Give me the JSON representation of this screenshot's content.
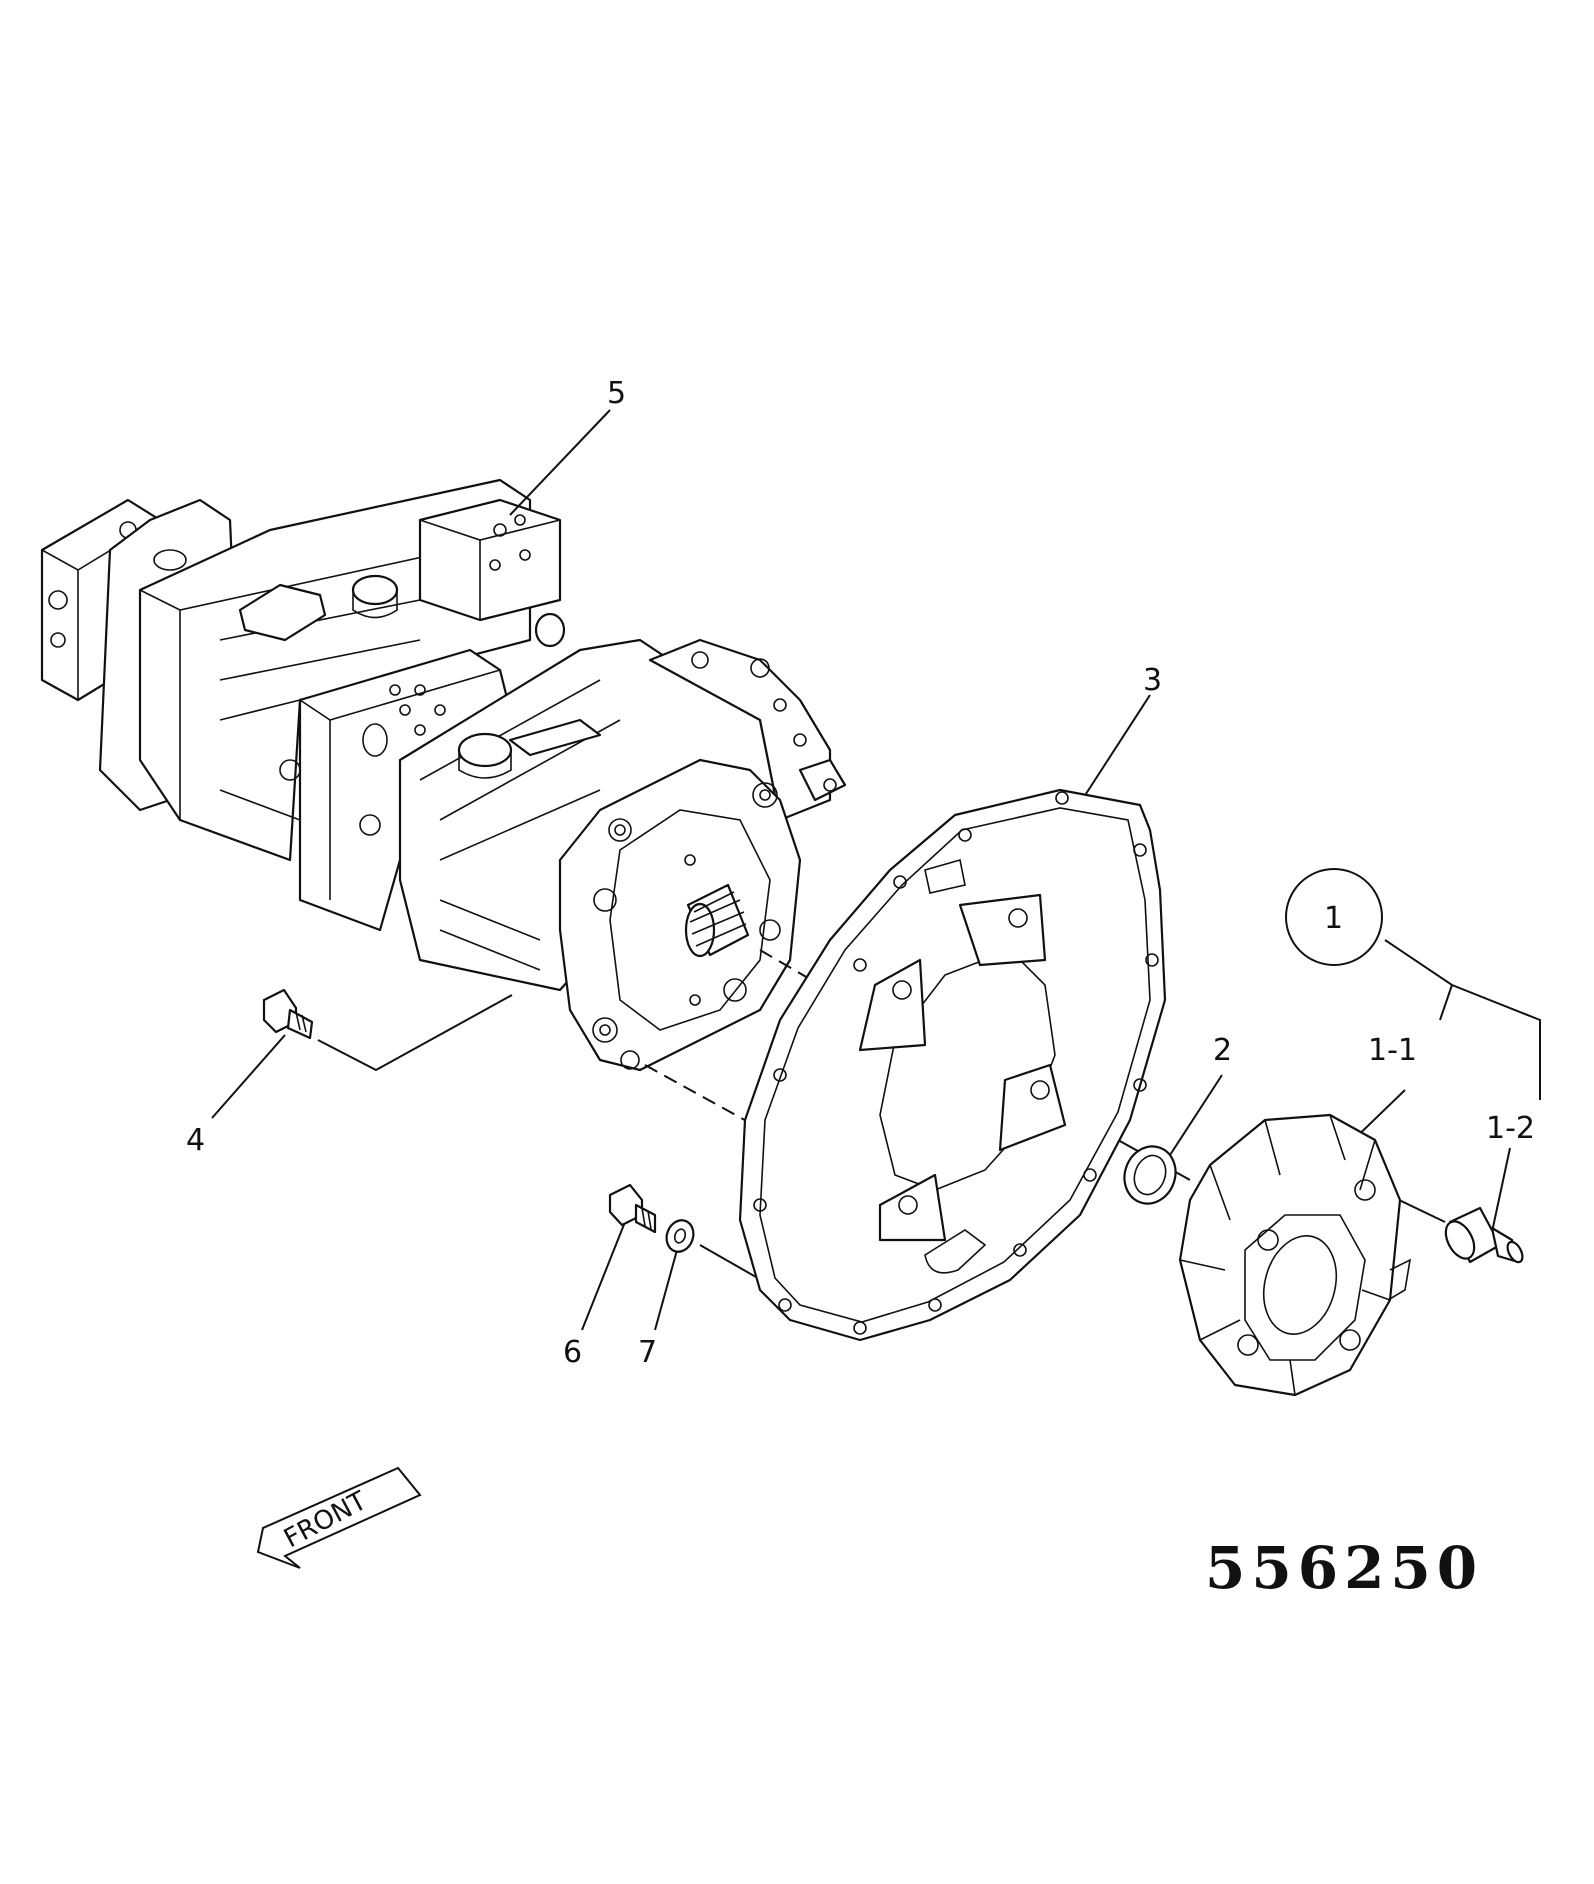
{
  "callouts": {
    "c5": "5",
    "c3": "3",
    "c1": "1",
    "c1_1": "1-1",
    "c2": "2",
    "c1_2": "1-2",
    "c4": "4",
    "c6": "6",
    "c7": "7"
  },
  "front_arrow": "FRONT",
  "diagram_code": "556250"
}
